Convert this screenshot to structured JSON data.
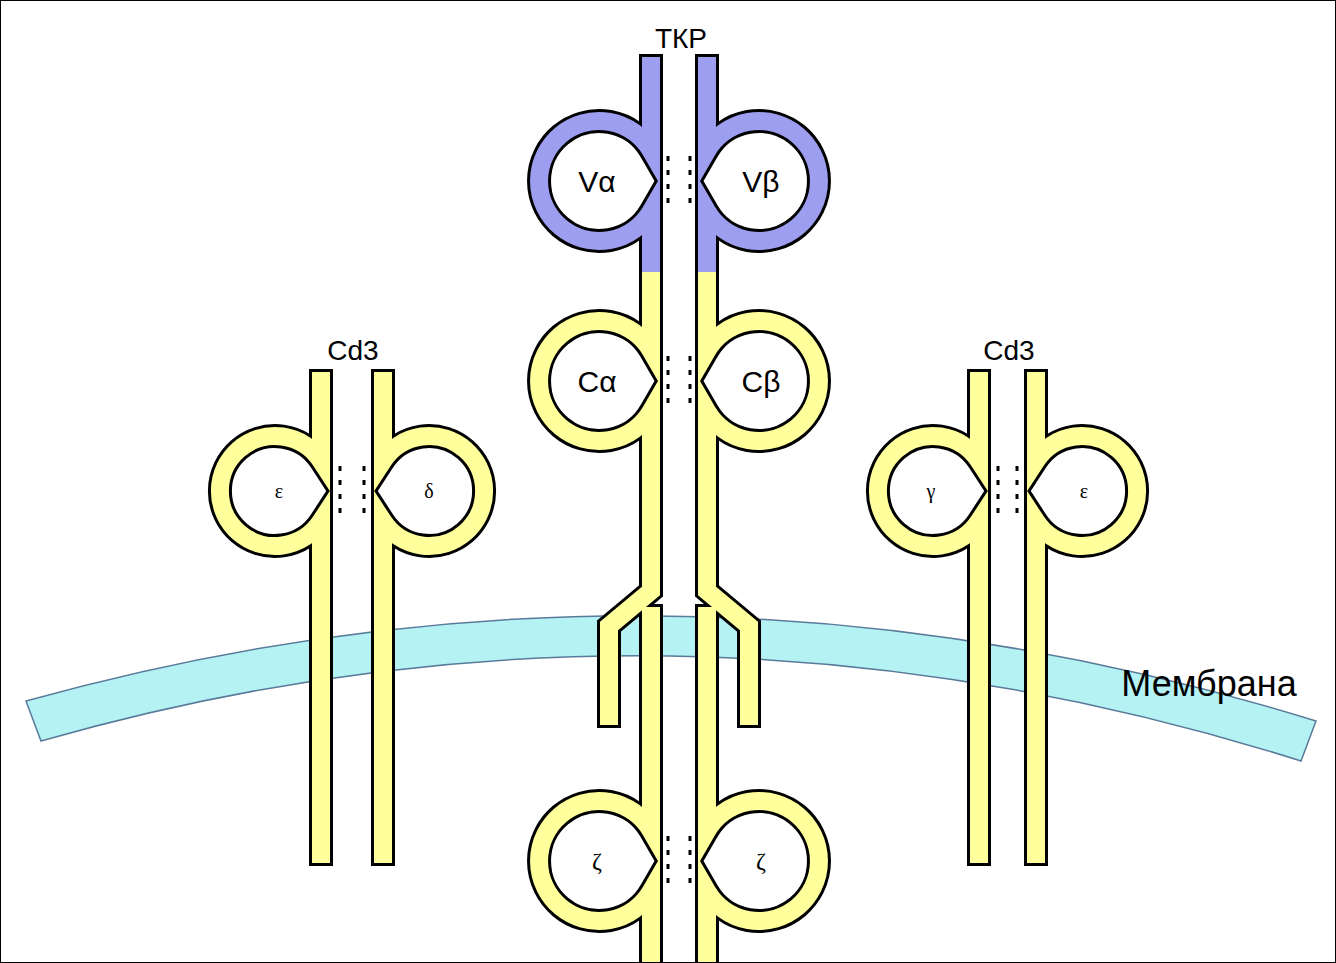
{
  "diagram": {
    "nodes": [
      {
        "text": [
          "Vα"
        ]
      },
      {
        "text": [
          "Vβ"
        ]
      },
      {
        "text": [
          "Cα"
        ]
      },
      {
        "text": [
          "Cβ"
        ]
      },
      {
        "text": [
          "ε"
        ]
      },
      {
        "text": [
          "δ"
        ]
      },
      {
        "text": [
          "γ"
        ]
      },
      {
        "text": [
          "ε"
        ]
      },
      {
        "text": [
          "ζ"
        ]
      },
      {
        "text": [
          "ζ"
        ]
      }
    ],
    "labels": [
      "ТКР",
      "Cd3",
      "Cd3",
      "Мембрана"
    ]
  }
}
